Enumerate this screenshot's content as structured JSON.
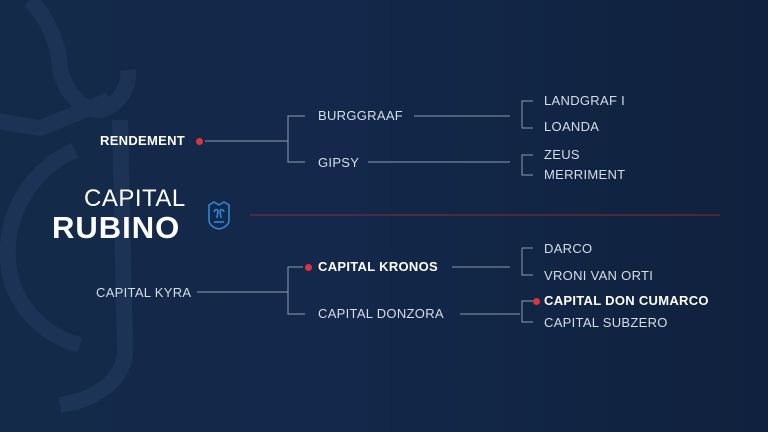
{
  "colors": {
    "background": "#13284a",
    "accent": "#d9343f",
    "connector": "#8d9bb0",
    "text": "#d6dde9",
    "highlight_text": "#ffffff",
    "logo": "#2f86d8"
  },
  "subject": {
    "title_line1": "CAPITAL",
    "title_line2": "RUBINO",
    "logo_icon": "horse-crest-icon"
  },
  "sire": {
    "name": "RENDEMENT",
    "sire": {
      "name": "BURGGRAAF",
      "sire": "LANDGRAF I",
      "dam": "LOANDA"
    },
    "dam": {
      "name": "GIPSY",
      "sire": "ZEUS",
      "dam": "MERRIMENT"
    }
  },
  "dam": {
    "name": "CAPITAL KYRA",
    "sire": {
      "name": "CAPITAL KRONOS",
      "sire": "DARCO",
      "dam": "VRONI VAN ORTI"
    },
    "dam": {
      "name": "CAPITAL DONZORA",
      "sire": "CAPITAL DON CUMARCO",
      "dam": "CAPITAL SUBZERO"
    }
  }
}
